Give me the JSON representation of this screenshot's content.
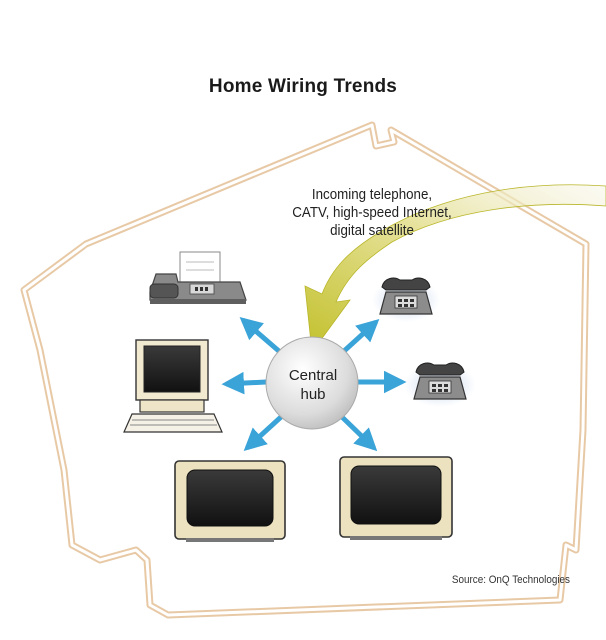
{
  "title": "Home Wiring Trends",
  "incoming_label": {
    "line1": "Incoming telephone,",
    "line2": "CATV, high-speed Internet,",
    "line3": "digital satellite"
  },
  "hub_label": {
    "line1": "Central",
    "line2": "hub"
  },
  "source": "Source: OnQ Technologies",
  "colors": {
    "house_outline": "#e8c9a6",
    "arrow_blue": "#3aa3d8",
    "incoming_arrow": "#c8c830",
    "hub_fill": "#e8e8e8",
    "monitor_bezel": "#ece2c0"
  },
  "devices": [
    {
      "name": "fax-machine-icon"
    },
    {
      "name": "telephone-icon"
    },
    {
      "name": "telephone-icon"
    },
    {
      "name": "desktop-computer-icon"
    },
    {
      "name": "television-icon"
    },
    {
      "name": "television-icon"
    }
  ]
}
